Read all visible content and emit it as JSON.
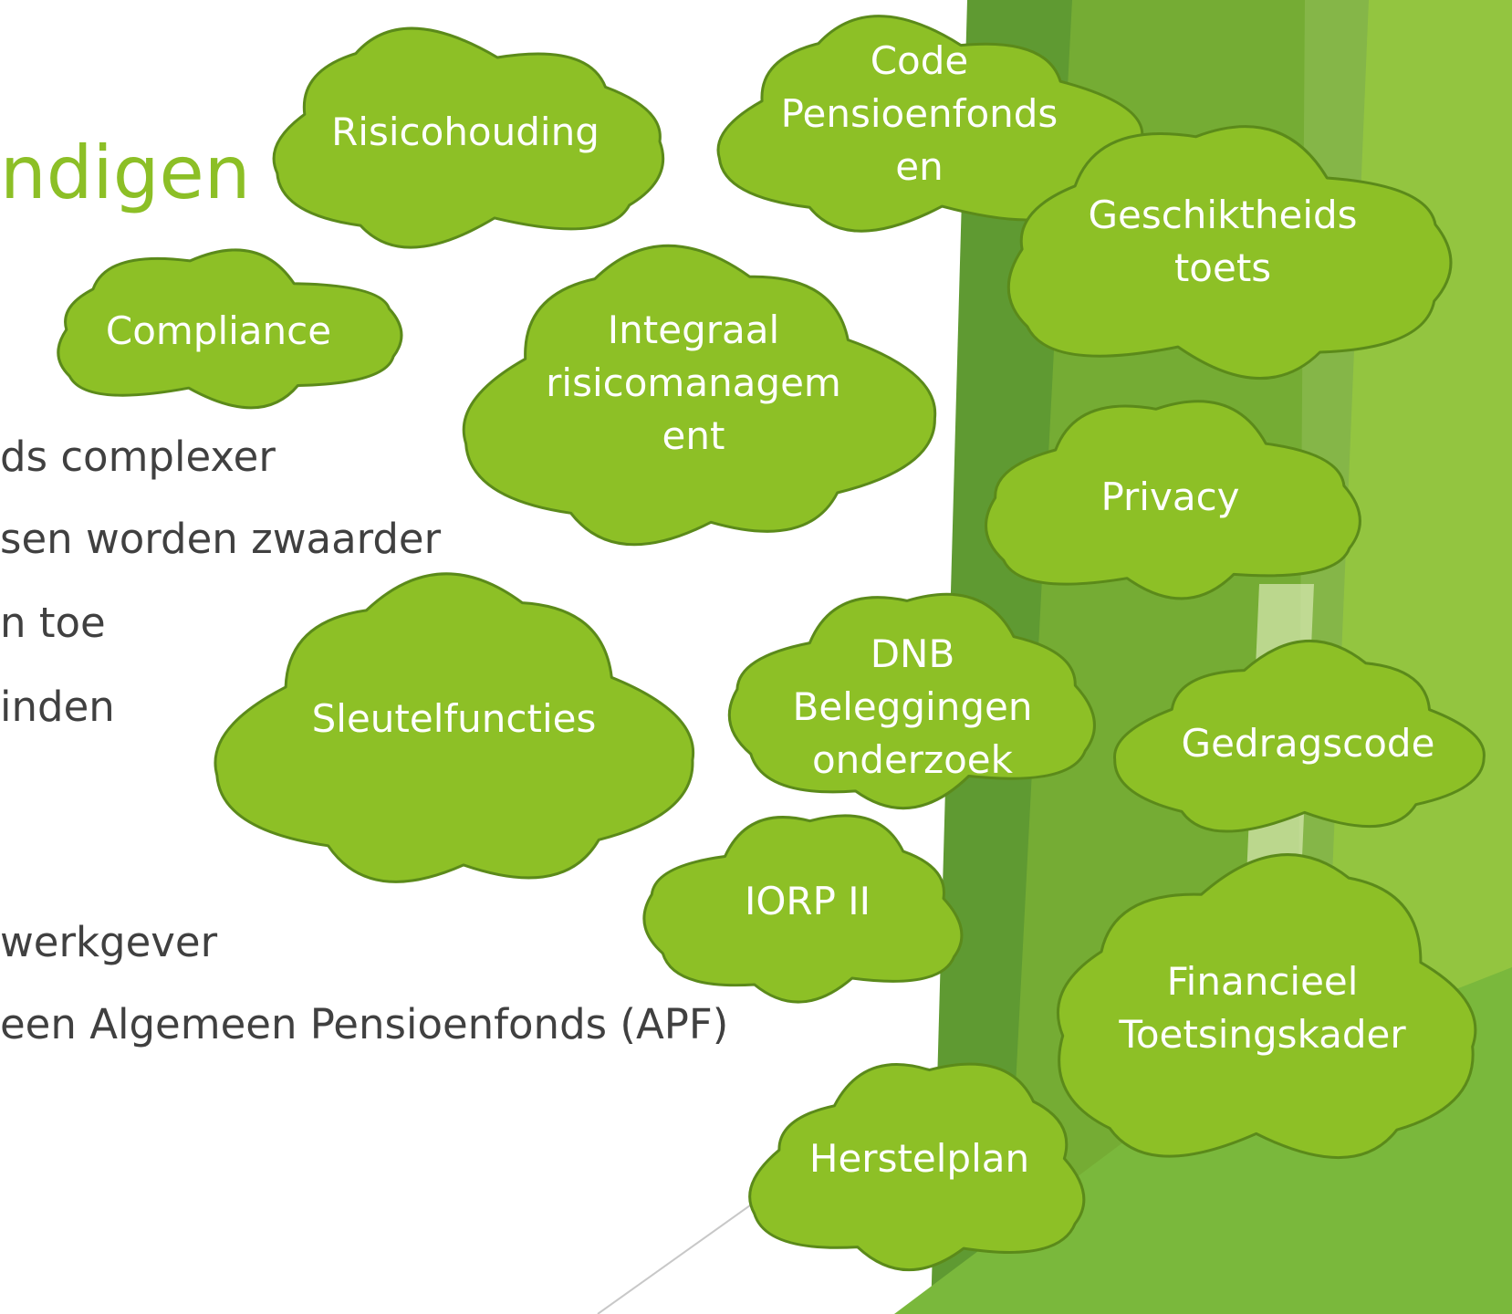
{
  "slide": {
    "title_fragment": "ndigen",
    "bullets": [
      "ds complexer",
      "sen worden zwaarder",
      "n toe",
      "inden",
      "werkgever",
      " een Algemeen Pensioenfonds (APF)"
    ]
  },
  "colors": {
    "accent": "#8cbf26",
    "cloud_fill": "#8dc026",
    "cloud_stroke": "#5b8a1a",
    "band_dark": "#5f9a32",
    "band_mid": "#7bb23a",
    "band_light": "#cfe4a6",
    "body_text": "#404040"
  },
  "clouds": {
    "risicohouding": "Risicohouding",
    "code_pensioenfondsen": "Code\nPensioenfonds\nen",
    "geschiktheidstoets": "Geschiktheids\ntoets",
    "compliance": "Compliance",
    "integraal_risicomanagement": "Integraal\nrisicomanagem\nent",
    "privacy": "Privacy",
    "sleutelfuncties": "Sleutelfuncties",
    "dnb_beleggingen": "DNB\nBeleggingen\nonderzoek",
    "gedragscode": "Gedragscode",
    "iorp_ii": "IORP II",
    "financieel_toetsingskader": "Financieel\nToetsingskader",
    "herstelplan": "Herstelplan"
  }
}
